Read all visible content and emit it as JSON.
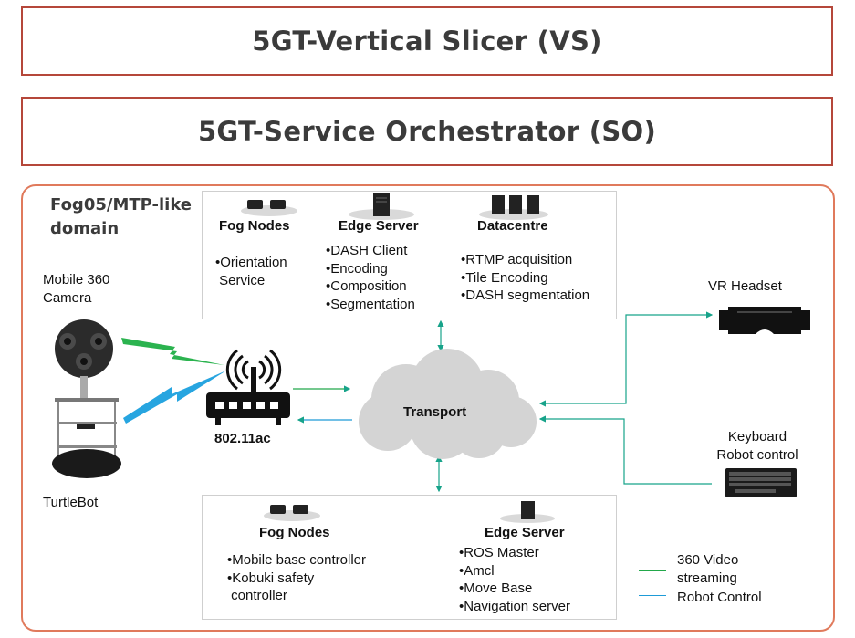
{
  "vs_title": "5GT-Vertical Slicer (VS)",
  "so_title": "5GT-Service Orchestrator (SO)",
  "domain_title": "Fog05/MTP-like domain",
  "top_panel": {
    "fog_nodes": {
      "title": "Fog Nodes",
      "items": "•Orientation\n Service"
    },
    "edge_server": {
      "title": "Edge Server",
      "items": "•DASH Client\n•Encoding\n•Composition\n•Segmentation"
    },
    "datacentre": {
      "title": "Datacentre",
      "items": "•RTMP acquisition\n•Tile Encoding\n•DASH segmentation"
    }
  },
  "bottom_panel": {
    "fog_nodes": {
      "title": "Fog Nodes",
      "items": "•Mobile base controller\n•Kobuki safety\n controller"
    },
    "edge_server": {
      "title": "Edge Server",
      "items": "•ROS Master\n•Amcl\n•Move Base\n•Navigation server"
    }
  },
  "camera_label": "Mobile 360\nCamera",
  "turtlebot_label": "TurtleBot",
  "router_label": "802.11ac",
  "transport_label": "Transport",
  "vr_label": "VR Headset",
  "keyboard_label": "Keyboard\nRobot control",
  "legend": [
    {
      "text": "360 Video\nstreaming",
      "color": "#22a84a"
    },
    {
      "text": "Robot Control",
      "color": "#1e9bd7"
    }
  ],
  "colors": {
    "banner_border": "#b5473a",
    "domain_border": "#e07a5c",
    "green_link": "#22a84a",
    "teal_link": "#17a38a",
    "blue_link": "#1e9bd7"
  }
}
